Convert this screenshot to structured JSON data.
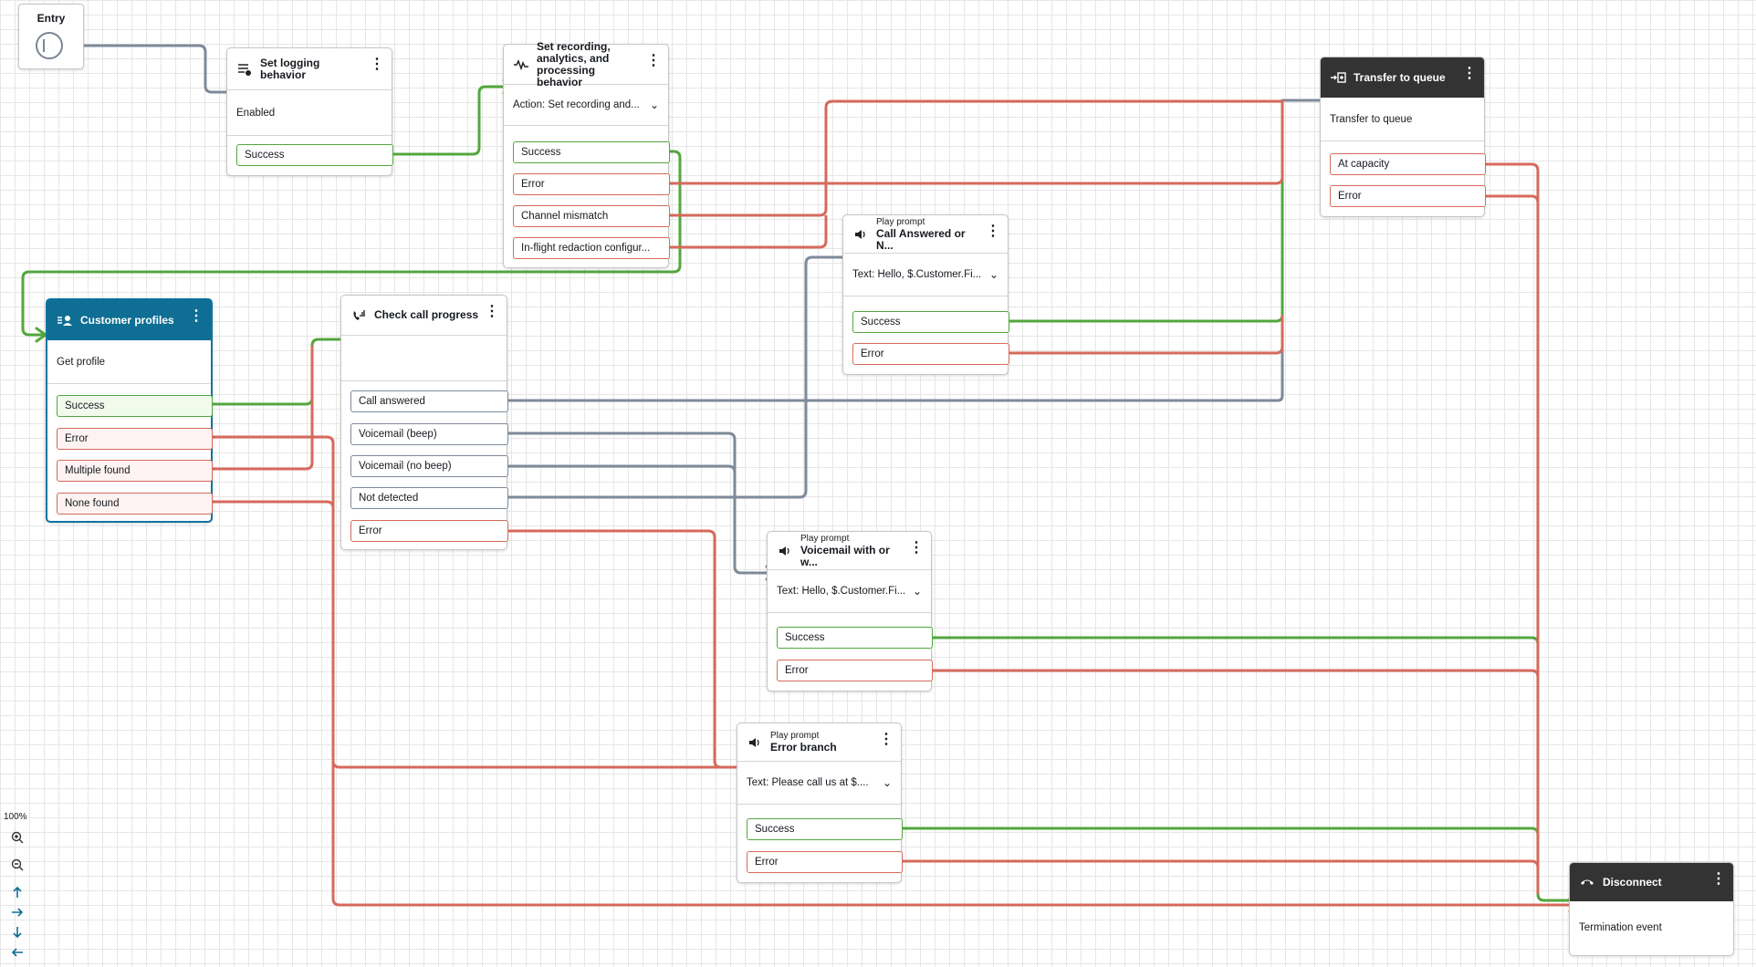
{
  "entry": {
    "label": "Entry"
  },
  "blocks": {
    "logging": {
      "title": "Set logging behavior",
      "body": "Enabled",
      "success": "Success"
    },
    "recording": {
      "title": "Set recording, analytics, and processing behavior",
      "action": "Action: Set recording and...",
      "success": "Success",
      "error": "Error",
      "channel": "Channel mismatch",
      "inflight": "In-flight redaction configur..."
    },
    "queue": {
      "title": "Transfer to queue",
      "body": "Transfer to queue",
      "capacity": "At capacity",
      "error": "Error"
    },
    "prompt1": {
      "type": "Play prompt",
      "title": "Call Answered or N...",
      "text": "Text: Hello, $.Customer.Fi...",
      "success": "Success",
      "error": "Error"
    },
    "profiles": {
      "title": "Customer profiles",
      "body": "Get profile",
      "success": "Success",
      "error": "Error",
      "multiple": "Multiple found",
      "none": "None found"
    },
    "progress": {
      "title": "Check call progress",
      "answered": "Call answered",
      "vm_beep": "Voicemail (beep)",
      "vm_nobeep": "Voicemail (no beep)",
      "not_detected": "Not detected",
      "error": "Error"
    },
    "prompt2": {
      "type": "Play prompt",
      "title": "Voicemail with or w...",
      "text": "Text: Hello, $.Customer.Fi...",
      "success": "Success",
      "error": "Error"
    },
    "prompt3": {
      "type": "Play prompt",
      "title": "Error branch",
      "text": "Text: Please call us at $....",
      "success": "Success",
      "error": "Error"
    },
    "disconnect": {
      "title": "Disconnect",
      "body": "Termination event"
    }
  },
  "zoom": {
    "level": "100%"
  },
  "colors": {
    "success": "#52a73e",
    "error": "#d66a5b",
    "neutral": "#7e8a99"
  }
}
